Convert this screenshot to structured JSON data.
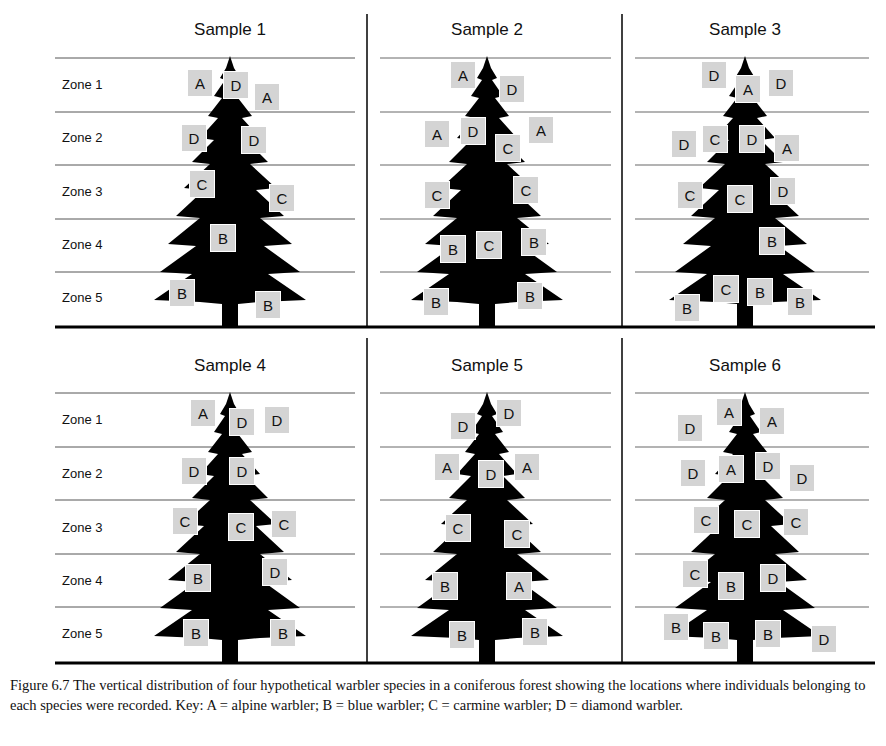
{
  "diagram": {
    "caption": "Figure 6.7 The vertical distribution of four hypothetical warbler species in a coniferous forest showing the locations where individuals belonging to each species were recorded. Key: A = alpine warbler; B = blue warbler; C = carmine warbler; D = diamond warbler.",
    "nodes": [
      {
        "text": [
          "A"
        ]
      },
      {
        "text": [
          "D"
        ]
      },
      {
        "text": [
          "A"
        ]
      },
      {
        "text": [
          "D"
        ]
      },
      {
        "text": [
          "D"
        ]
      },
      {
        "text": [
          "C"
        ]
      },
      {
        "text": [
          "C"
        ]
      },
      {
        "text": [
          "B"
        ]
      },
      {
        "text": [
          "B"
        ]
      },
      {
        "text": [
          "B"
        ]
      },
      {
        "text": [
          "A"
        ]
      },
      {
        "text": [
          "D"
        ]
      },
      {
        "text": [
          "A"
        ]
      },
      {
        "text": [
          "D"
        ]
      },
      {
        "text": [
          "C"
        ]
      },
      {
        "text": [
          "A"
        ]
      },
      {
        "text": [
          "C"
        ]
      },
      {
        "text": [
          "C"
        ]
      },
      {
        "text": [
          "B"
        ]
      },
      {
        "text": [
          "C"
        ]
      },
      {
        "text": [
          "B"
        ]
      },
      {
        "text": [
          "B"
        ]
      },
      {
        "text": [
          "B"
        ]
      },
      {
        "text": [
          "D"
        ]
      },
      {
        "text": [
          "A"
        ]
      },
      {
        "text": [
          "D"
        ]
      },
      {
        "text": [
          "D"
        ]
      },
      {
        "text": [
          "C"
        ]
      },
      {
        "text": [
          "D"
        ]
      },
      {
        "text": [
          "A"
        ]
      },
      {
        "text": [
          "C"
        ]
      },
      {
        "text": [
          "C"
        ]
      },
      {
        "text": [
          "D"
        ]
      },
      {
        "text": [
          "B"
        ]
      },
      {
        "text": [
          "B"
        ]
      },
      {
        "text": [
          "C"
        ]
      },
      {
        "text": [
          "B"
        ]
      },
      {
        "text": [
          "B"
        ]
      },
      {
        "text": [
          "A"
        ]
      },
      {
        "text": [
          "D"
        ]
      },
      {
        "text": [
          "D"
        ]
      },
      {
        "text": [
          "D"
        ]
      },
      {
        "text": [
          "D"
        ]
      },
      {
        "text": [
          "C"
        ]
      },
      {
        "text": [
          "C"
        ]
      },
      {
        "text": [
          "C"
        ]
      },
      {
        "text": [
          "B"
        ]
      },
      {
        "text": [
          "D"
        ]
      },
      {
        "text": [
          "B"
        ]
      },
      {
        "text": [
          "B"
        ]
      },
      {
        "text": [
          "D"
        ]
      },
      {
        "text": [
          "D"
        ]
      },
      {
        "text": [
          "A"
        ]
      },
      {
        "text": [
          "D"
        ]
      },
      {
        "text": [
          "A"
        ]
      },
      {
        "text": [
          "C"
        ]
      },
      {
        "text": [
          "C"
        ]
      },
      {
        "text": [
          "B"
        ]
      },
      {
        "text": [
          "A"
        ]
      },
      {
        "text": [
          "B"
        ]
      },
      {
        "text": [
          "B"
        ]
      },
      {
        "text": [
          "D"
        ]
      },
      {
        "text": [
          "A"
        ]
      },
      {
        "text": [
          "A"
        ]
      },
      {
        "text": [
          "D"
        ]
      },
      {
        "text": [
          "A"
        ]
      },
      {
        "text": [
          "D"
        ]
      },
      {
        "text": [
          "D"
        ]
      },
      {
        "text": [
          "C"
        ]
      },
      {
        "text": [
          "C"
        ]
      },
      {
        "text": [
          "C"
        ]
      },
      {
        "text": [
          "C"
        ]
      },
      {
        "text": [
          "B"
        ]
      },
      {
        "text": [
          "D"
        ]
      },
      {
        "text": [
          "B"
        ]
      },
      {
        "text": [
          "B"
        ]
      },
      {
        "text": [
          "B"
        ]
      },
      {
        "text": [
          "D"
        ]
      }
    ],
    "labels": [
      "Sample 1",
      "Sample 2",
      "Sample 3",
      "Zone 1",
      "Zone 2",
      "Zone 3",
      "Zone 4",
      "Zone 5",
      "Sample 4",
      "Sample 5",
      "Sample 6",
      "Zone 1",
      "Zone 2",
      "Zone 3",
      "Zone 4",
      "Zone 5"
    ]
  }
}
